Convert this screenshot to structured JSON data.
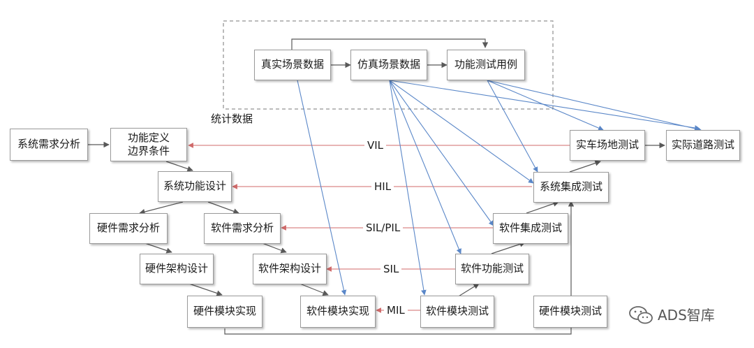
{
  "nodes": {
    "real_scene_data": "真实场景数据",
    "sim_scene_data": "仿真场景数据",
    "func_test_cases": "功能测试用例",
    "sys_req_analysis": "系统需求分析",
    "func_def": [
      "功能定义",
      "边界条件"
    ],
    "sys_func_design": "系统功能设计",
    "hw_req_analysis": "硬件需求分析",
    "sw_req_analysis": "软件需求分析",
    "hw_arch_design": "硬件架构设计",
    "sw_arch_design": "软件架构设计",
    "hw_module_impl": "硬件模块实现",
    "sw_module_impl": "软件模块实现",
    "sw_module_test": "软件模块测试",
    "hw_module_test": "硬件模块测试",
    "sw_func_test": "软件功能测试",
    "sw_integ_test": "软件集成测试",
    "sys_integ_test": "系统集成测试",
    "vehicle_field_test": "实车场地测试",
    "road_test": "实际道路测试"
  },
  "labels": {
    "stat_data": "统计数据",
    "vil": "VIL",
    "hil": "HIL",
    "sil_pil": "SIL/PIL",
    "sil": "SIL",
    "mil": "MIL"
  },
  "watermark": {
    "text": "ADS智库",
    "icon": "wechat-icon"
  },
  "colors": {
    "flow": "#595959",
    "sim_link": "#5a87c8",
    "test_link": "#d06a6a",
    "box_border": "#9a9a9a",
    "dashed_frame": "#777777"
  }
}
